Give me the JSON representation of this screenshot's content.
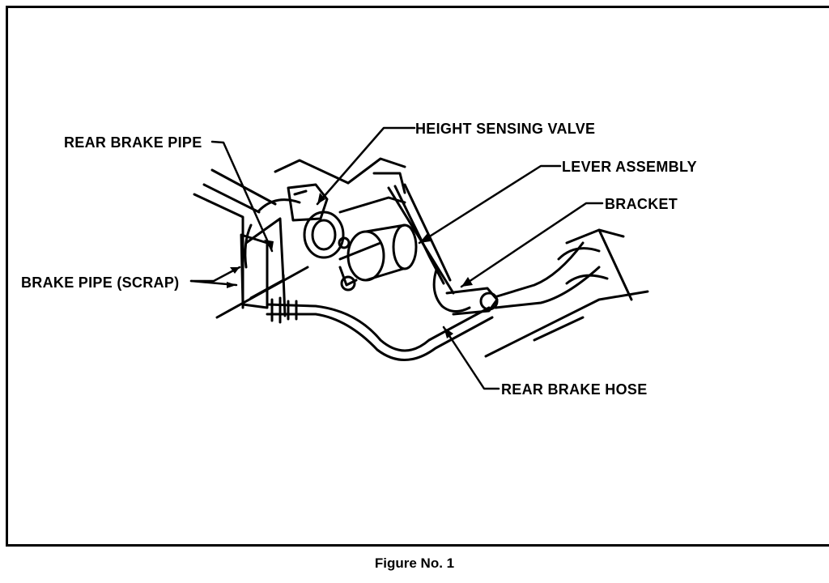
{
  "labels": {
    "rear_brake_pipe": "REAR BRAKE PIPE",
    "height_sensing_valve": "HEIGHT SENSING VALVE",
    "lever_assembly": "LEVER ASSEMBLY",
    "bracket": "BRACKET",
    "brake_pipe_scrap": "BRAKE PIPE (SCRAP)",
    "rear_brake_hose": "REAR BRAKE HOSE"
  },
  "caption": "Figure No. 1"
}
